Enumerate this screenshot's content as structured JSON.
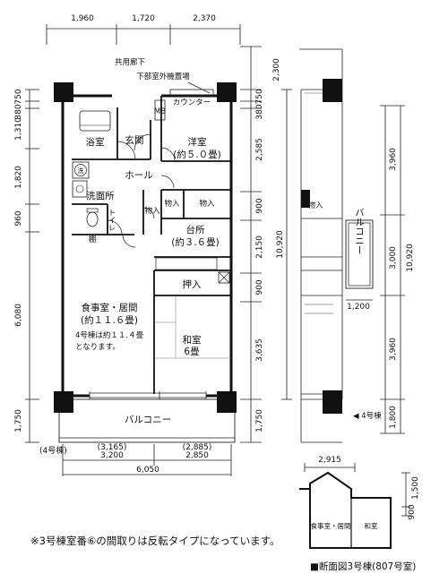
{
  "top_dims": [
    "1,960",
    "1,720",
    "2,370"
  ],
  "corridor": "共用廊下",
  "outdoor_unit": "下部室外機置場",
  "counter": "カウンター",
  "mb": "MB",
  "left_dims": {
    "d750": "750",
    "d380": "380",
    "d1310": "1,310",
    "d1820": "1,820",
    "d960": "960",
    "d6080": "6,080",
    "d1750": "1,750"
  },
  "right_dims": {
    "d2300": "2,300",
    "d750": "750",
    "d380": "380",
    "d2585": "2,585",
    "d900a": "900",
    "d2150": "2,150",
    "d900b": "900",
    "d3635": "3,635",
    "d1750": "1,750",
    "d10920": "10,920"
  },
  "rooms": {
    "bath": "浴室",
    "entrance": "玄関",
    "western_name": "洋室",
    "western_size": "(約５.０畳)",
    "hall": "ホール",
    "washroom": "洗面所",
    "wash_symbol": "洗",
    "toilet": "トイレ",
    "storage": "物入",
    "storage2": "物入",
    "storage3": "物入",
    "shelf": "棚",
    "kitchen_name": "台所",
    "kitchen_size": "(約３.６畳)",
    "closet": "押入",
    "dining_name": "食事室・居間",
    "dining_size": "(約１１.６畳)",
    "dining_note1": "4号棟は約１１.４畳",
    "dining_note2": "となります。",
    "japanese_name": "和室",
    "japanese_size": "6畳",
    "balcony": "バルコニー"
  },
  "building4_label": "(4号棟)",
  "bottom_dims": {
    "paren_left": "(3,165)",
    "paren_right": "(2,885)",
    "left": "3,200",
    "right": "2,850",
    "total": "6,050"
  },
  "section": {
    "storage": "物入",
    "balcony": "バルコニー",
    "d3960a": "3,960",
    "d3000": "3,000",
    "d10920": "10,920",
    "d1200": "1,200",
    "d3960b": "3,960",
    "d1800": "1,800",
    "building4_marker": "◀ 4号棟"
  },
  "section_small": {
    "width": "2,915",
    "height1": "1,500",
    "height2": "900",
    "dining": "食事室・居間",
    "japanese": "和室"
  },
  "footnote": "※3号棟室番⑥の間取りは反転タイプになっています。",
  "caption": "■断面図3号棟(807号室)"
}
